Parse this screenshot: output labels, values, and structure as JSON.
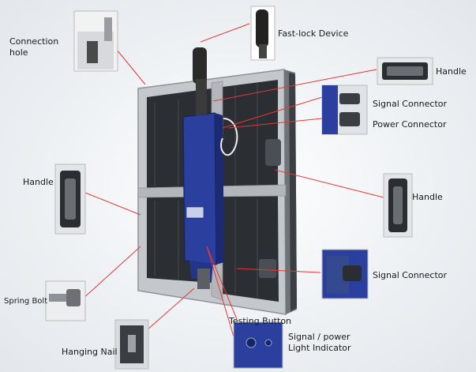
{
  "labels": {
    "connection_hole": "Connection\nhole",
    "fast_lock": "Fast-lock Device",
    "handle_top": "Handle",
    "signal_connector_top": "Signal Connector",
    "power_connector": "Power Connector",
    "handle_left": "Handle",
    "handle_right": "Handle",
    "signal_connector_bottom": "Signal Connector",
    "spring_bolt": "Spring Bolt",
    "testing_button": "Testing Button",
    "hanging_nail": "Hanging Nail",
    "signal_power_indicator": "Signal / power\nLight Indicator"
  },
  "colors": {
    "leader_line": "#e53935",
    "cabinet_blue": "#2a3f9e",
    "cabinet_frame": "#b8bcc0"
  }
}
